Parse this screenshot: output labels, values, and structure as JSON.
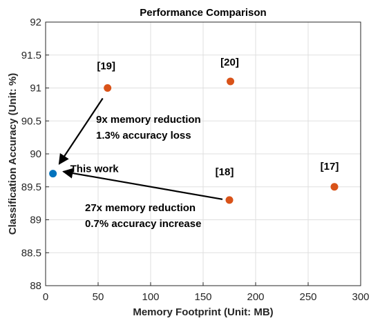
{
  "chart_data": {
    "type": "scatter",
    "title": "Performance Comparison",
    "xlabel": "Memory Footprint (Unit: MB)",
    "ylabel": "Classification Accuracy (Unit: %)",
    "xlim": [
      0,
      300
    ],
    "ylim": [
      88,
      92
    ],
    "xticks": [
      "0",
      "50",
      "100",
      "150",
      "200",
      "250",
      "300"
    ],
    "yticks": [
      "88",
      "88.5",
      "89",
      "89.5",
      "90",
      "90.5",
      "91",
      "91.5",
      "92"
    ],
    "grid": true,
    "points": [
      {
        "label": "This work",
        "x": 7,
        "y": 89.7,
        "color": "#0072BD"
      },
      {
        "label": "[19]",
        "x": 59,
        "y": 91.0,
        "color": "#D95319"
      },
      {
        "label": "[20]",
        "x": 176,
        "y": 91.1,
        "color": "#D95319"
      },
      {
        "label": "[18]",
        "x": 175,
        "y": 89.3,
        "color": "#D95319"
      },
      {
        "label": "[17]",
        "x": 275,
        "y": 89.5,
        "color": "#D95319"
      }
    ],
    "annotations": [
      {
        "from": "[19]",
        "to": "This work",
        "lines": [
          "9x memory reduction",
          "1.3% accuracy loss"
        ]
      },
      {
        "from": "[18]",
        "to": "This work",
        "lines": [
          "27x memory reduction",
          "0.7% accuracy increase"
        ]
      }
    ]
  }
}
